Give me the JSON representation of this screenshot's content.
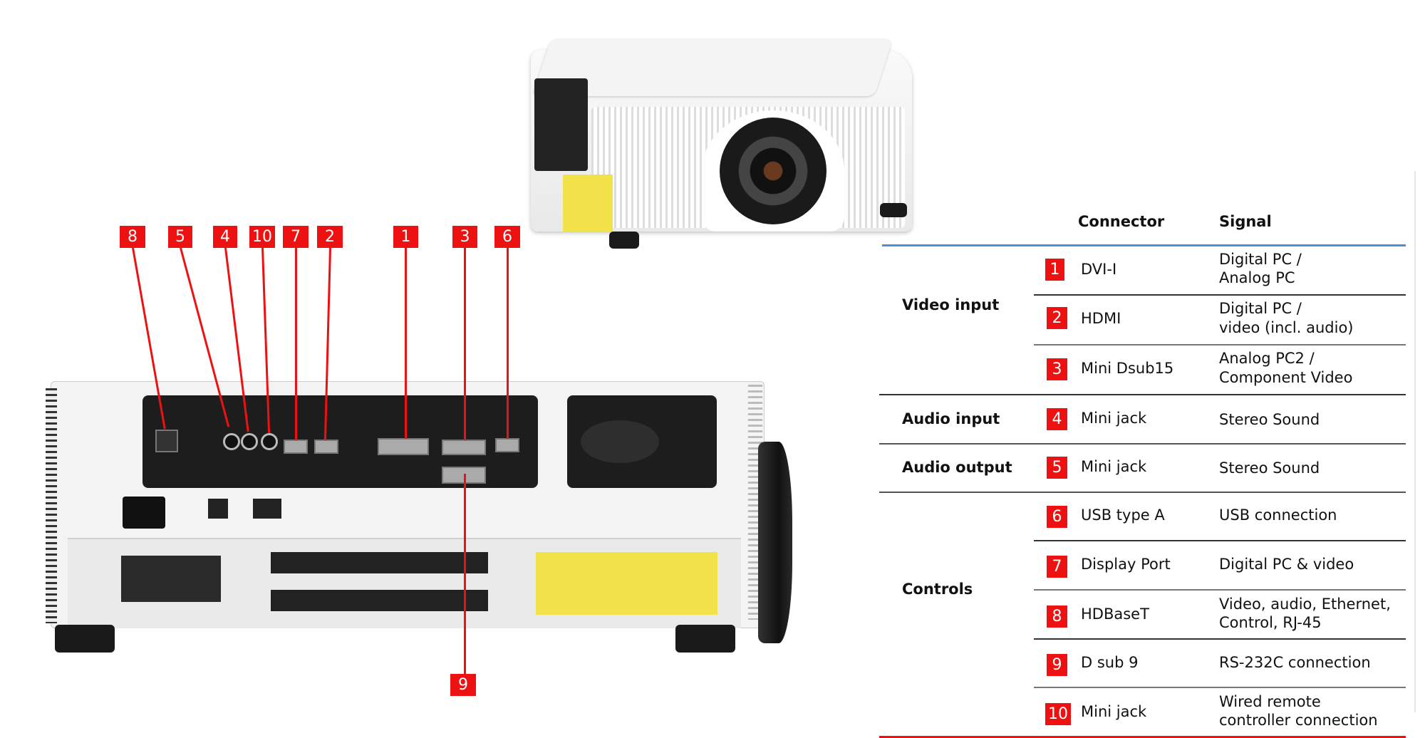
{
  "callouts": [
    "8",
    "5",
    "4",
    "10",
    "7",
    "2",
    "1",
    "3",
    "6",
    "9"
  ],
  "table": {
    "headers": {
      "connector": "Connector",
      "signal": "Signal"
    },
    "groups": [
      {
        "label": "Video input"
      },
      {
        "label": "Audio input"
      },
      {
        "label": "Audio output"
      },
      {
        "label": "Controls"
      }
    ],
    "rows": [
      {
        "num": "1",
        "connector": "DVI-I",
        "signal": [
          "Digital PC /",
          "Analog PC"
        ]
      },
      {
        "num": "2",
        "connector": "HDMI",
        "signal": [
          "Digital PC /",
          "video (incl. audio)"
        ]
      },
      {
        "num": "3",
        "connector": "Mini Dsub15",
        "signal": [
          "Analog PC2 /",
          "Component Video"
        ]
      },
      {
        "num": "4",
        "connector": "Mini jack",
        "signal": [
          "Stereo Sound"
        ]
      },
      {
        "num": "5",
        "connector": "Mini jack",
        "signal": [
          "Stereo Sound"
        ]
      },
      {
        "num": "6",
        "connector": "USB type A",
        "signal": [
          "USB connection"
        ]
      },
      {
        "num": "7",
        "connector": "Display Port",
        "signal": [
          "Digital PC & video"
        ]
      },
      {
        "num": "8",
        "connector": "HDBaseT",
        "signal": [
          "Video, audio, Ethernet,",
          "Control, RJ-45"
        ]
      },
      {
        "num": "9",
        "connector": "D sub 9",
        "signal": [
          "RS-232C connection"
        ]
      },
      {
        "num": "10",
        "connector": "Mini jack",
        "signal": [
          "Wired remote",
          "controller connection"
        ]
      }
    ]
  },
  "colors": {
    "badge": "#ee1111",
    "header_rule": "#4a90d9",
    "footer_rule": "#e11"
  }
}
